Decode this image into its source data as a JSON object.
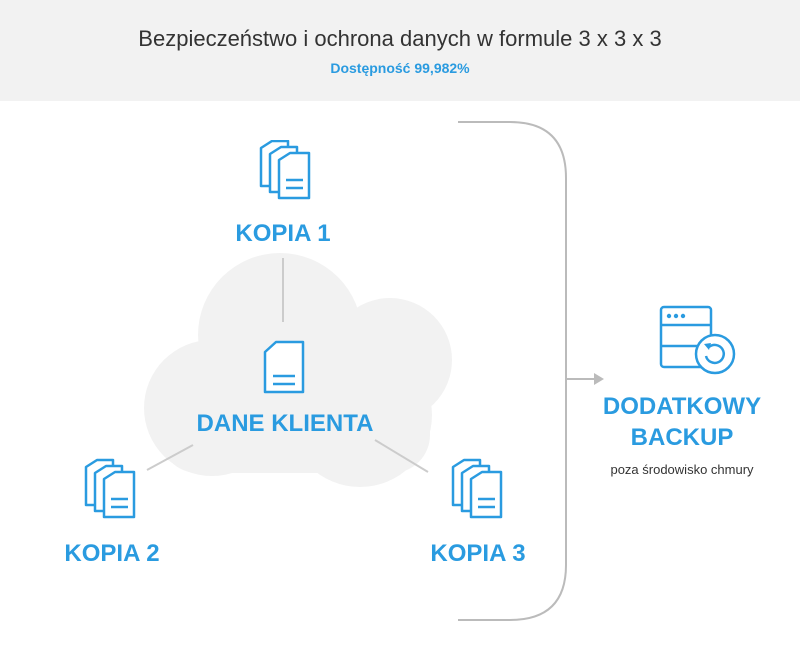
{
  "header": {
    "title": "Bezpieczeństwo i ochrona danych w formule 3 x 3 x 3",
    "subtitle": "Dostępność 99,982%"
  },
  "nodes": {
    "copy1": {
      "label": "KOPIA 1",
      "icon": "documents-icon"
    },
    "client": {
      "label": "DANE KLIENTA",
      "icon": "document-icon"
    },
    "copy2": {
      "label": "KOPIA 2",
      "icon": "documents-icon"
    },
    "copy3": {
      "label": "KOPIA 3",
      "icon": "documents-icon"
    }
  },
  "backup": {
    "line1": "DODATKOWY",
    "line2": "BACKUP",
    "note": "poza środowisko chmury",
    "icon": "server-backup-icon"
  },
  "colors": {
    "accent": "#2a9be0",
    "cloud": "#f2f2f2",
    "connector": "#cccccc",
    "bracket": "#bbbbbb",
    "header_bg": "#f2f2f2"
  }
}
